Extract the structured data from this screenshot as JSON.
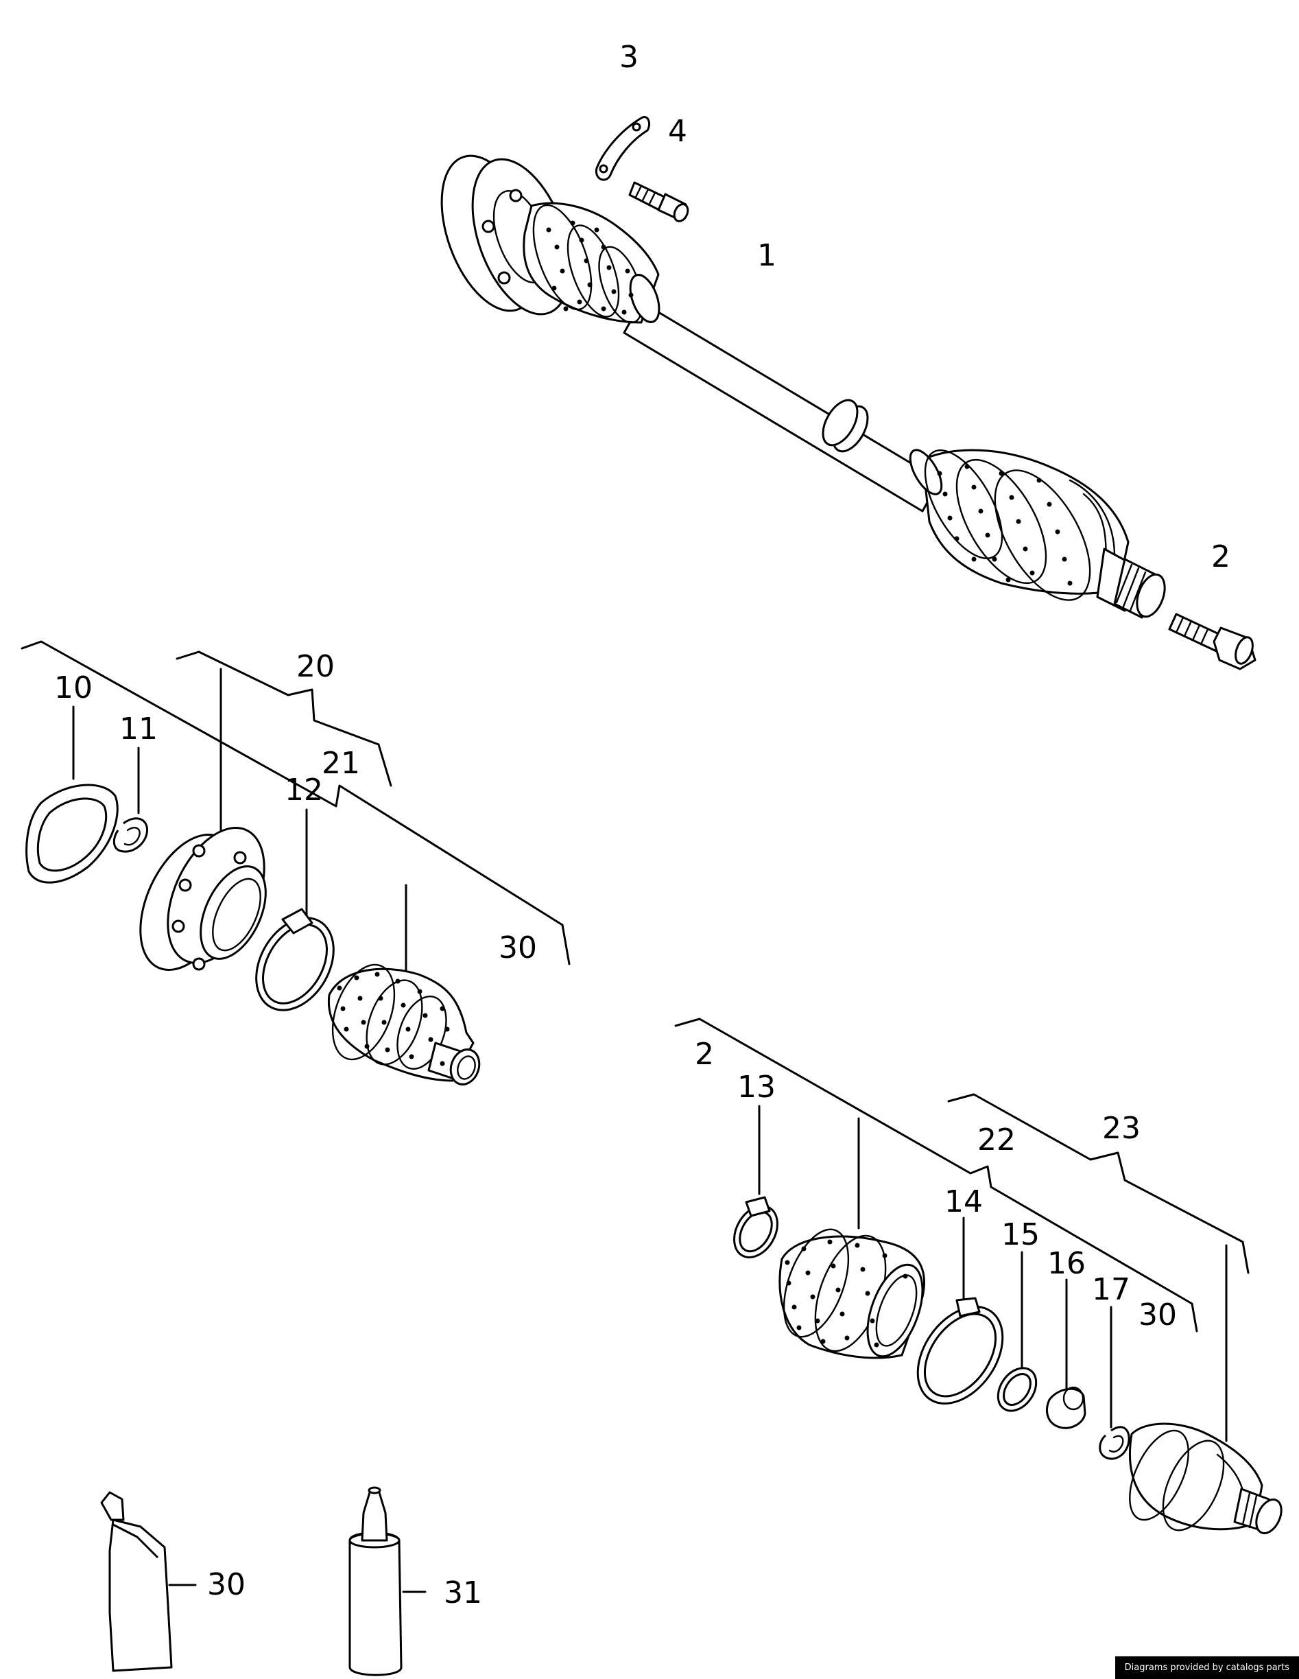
{
  "callouts": {
    "c1": "1",
    "c2a": "2",
    "c2b": "2",
    "c3": "3",
    "c4": "4",
    "c10": "10",
    "c11": "11",
    "c12": "12",
    "c13": "13",
    "c14": "14",
    "c15": "15",
    "c16": "16",
    "c17": "17",
    "c20": "20",
    "c21": "21",
    "c22": "22",
    "c23": "23",
    "c30a": "30",
    "c30b": "30",
    "c30c": "30",
    "c31": "31"
  },
  "footer": {
    "credit": "Diagrams provided by catalogs parts"
  },
  "colors": {
    "ink": "#000000",
    "background": "#ffffff",
    "footer_bg": "#000000",
    "footer_text": "#ffffff"
  }
}
